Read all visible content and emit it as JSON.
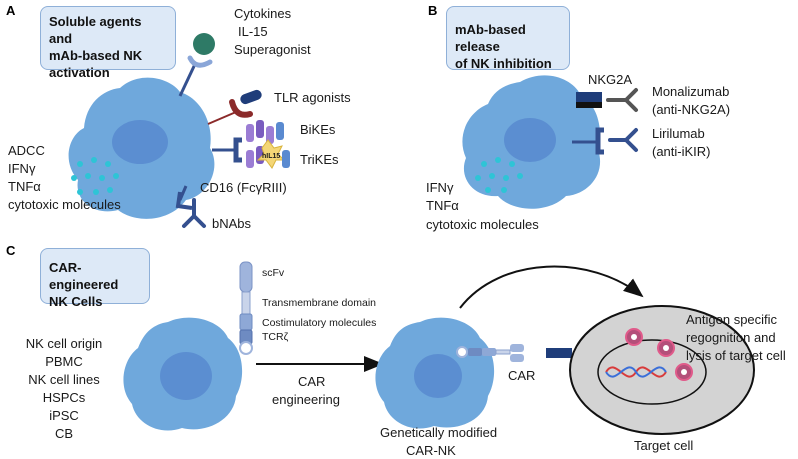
{
  "panels": {
    "a": {
      "letter": "A",
      "title": [
        "Soluble agents and",
        "mAb-based NK",
        "activation"
      ],
      "labels": {
        "cytokines": [
          "Cytokines",
          "IL-15",
          "Superagonist"
        ],
        "tlr": "TLR agonists",
        "bikes": "BiKEs",
        "trikes": "TriKEs",
        "hil15": "hIL15",
        "cd16": "CD16 (FcγRIII)",
        "bnabs": "bNAbs",
        "effects": [
          "ADCC",
          "IFNγ",
          "TNFα",
          "cytotoxic molecules"
        ]
      }
    },
    "b": {
      "letter": "B",
      "title": [
        "mAb-based release",
        "of  NK inhibition"
      ],
      "labels": {
        "nkg2a": "NKG2A",
        "monalizumab": [
          "Monalizumab",
          "(anti-NKG2A)"
        ],
        "lirilumab": [
          "Lirilumab",
          "(anti-iKIR)"
        ],
        "effects": [
          "IFNγ",
          "TNFα",
          "cytotoxic molecules"
        ]
      }
    },
    "c": {
      "letter": "C",
      "title": [
        "CAR-engineered",
        "NK Cells"
      ],
      "origin_list": [
        "NK cell origin",
        "PBMC",
        "NK cell lines",
        "HSPCs",
        "iPSC",
        "CB"
      ],
      "construct": {
        "scfv": "scFv",
        "tm": "Transmembrane domain",
        "costim": "Costimulatory molecules",
        "tcrz": "TCRζ"
      },
      "arrow_label": [
        "CAR",
        "engineering"
      ],
      "car": "CAR",
      "car_nk": [
        "Genetically modified",
        "CAR-NK"
      ],
      "target": "Target cell",
      "antigen": [
        "Antigen specific",
        "regognition and",
        "lysis of target cell"
      ]
    }
  },
  "colors": {
    "cell": "#6fa8dc",
    "nucleus": "#5b8ed1",
    "receptor": "#34508f",
    "dots": "#2ec4d6",
    "title_bg": "#dde9f7",
    "target_cell": "#d3d3d3"
  }
}
